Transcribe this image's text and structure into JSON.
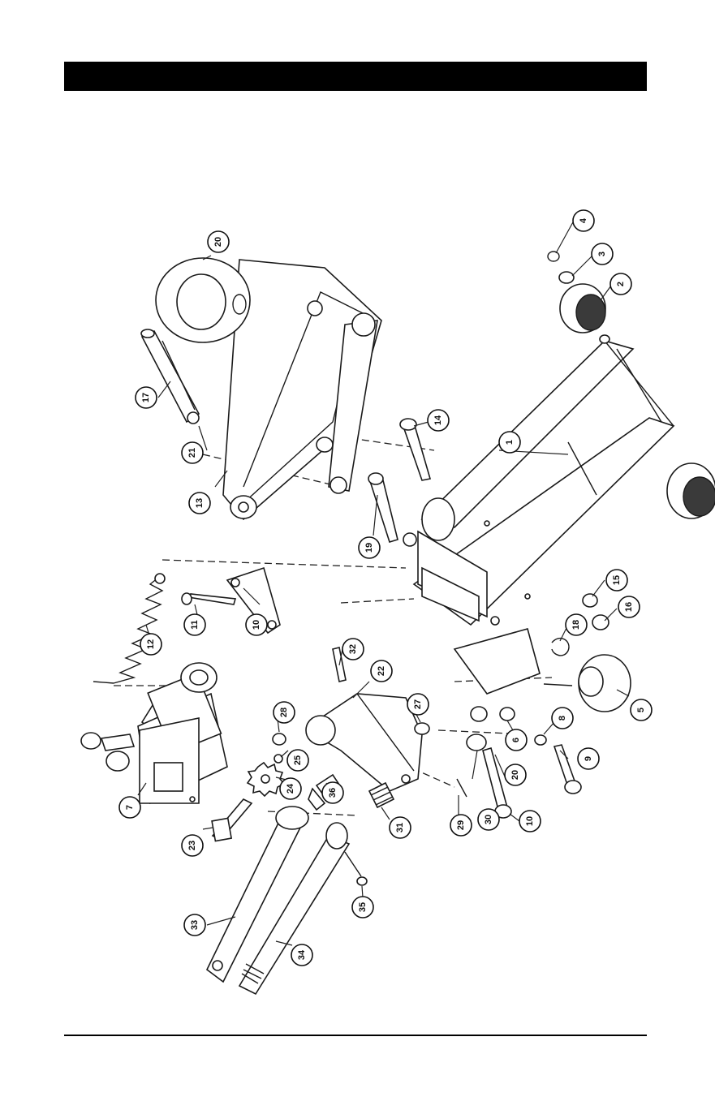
{
  "document": {
    "header_text": "",
    "footer_text": ""
  },
  "callouts": [
    {
      "id": "4",
      "label": "4"
    },
    {
      "id": "3",
      "label": "3"
    },
    {
      "id": "2",
      "label": "2"
    },
    {
      "id": "1",
      "label": "1"
    },
    {
      "id": "14",
      "label": "14"
    },
    {
      "id": "20",
      "label": "20"
    },
    {
      "id": "17",
      "label": "17"
    },
    {
      "id": "21",
      "label": "21"
    },
    {
      "id": "13",
      "label": "13"
    },
    {
      "id": "19",
      "label": "19"
    },
    {
      "id": "15",
      "label": "15"
    },
    {
      "id": "16",
      "label": "16"
    },
    {
      "id": "18",
      "label": "18"
    },
    {
      "id": "5",
      "label": "5"
    },
    {
      "id": "12",
      "label": "12"
    },
    {
      "id": "11",
      "label": "11"
    },
    {
      "id": "10a",
      "label": "10"
    },
    {
      "id": "32",
      "label": "32"
    },
    {
      "id": "22",
      "label": "22"
    },
    {
      "id": "28",
      "label": "28"
    },
    {
      "id": "27",
      "label": "27"
    },
    {
      "id": "6",
      "label": "6"
    },
    {
      "id": "8",
      "label": "8"
    },
    {
      "id": "25",
      "label": "25"
    },
    {
      "id": "24",
      "label": "24"
    },
    {
      "id": "36",
      "label": "36"
    },
    {
      "id": "30",
      "label": "30"
    },
    {
      "id": "9",
      "label": "9"
    },
    {
      "id": "7",
      "label": "7"
    },
    {
      "id": "23",
      "label": "23"
    },
    {
      "id": "31",
      "label": "31"
    },
    {
      "id": "29",
      "label": "29"
    },
    {
      "id": "20b",
      "label": "20"
    },
    {
      "id": "10b",
      "label": "10"
    },
    {
      "id": "35",
      "label": "35"
    },
    {
      "id": "33",
      "label": "33"
    },
    {
      "id": "34",
      "label": "34"
    }
  ]
}
